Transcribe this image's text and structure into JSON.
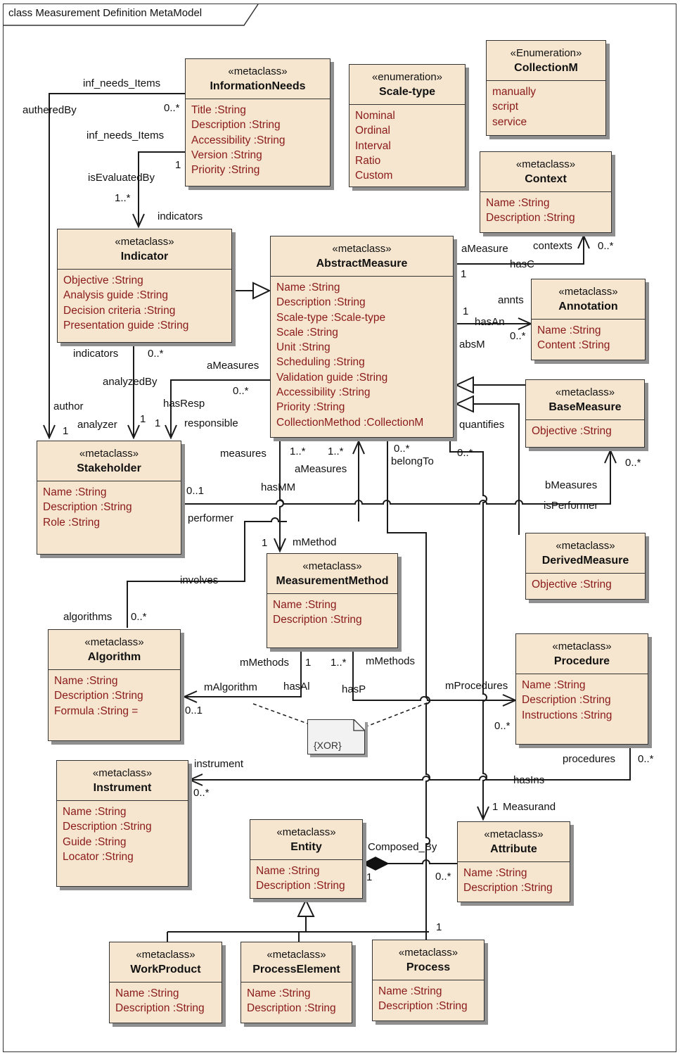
{
  "frame_title": "class Measurement Definition MetaModel",
  "classes": {
    "information_needs": {
      "stereotype": "«metaclass»",
      "name": "InformationNeeds",
      "attributes": [
        "Title  :String",
        "Description  :String",
        "Accessibility  :String",
        "Version  :String",
        "Priority  :String"
      ]
    },
    "scale_type": {
      "stereotype": "«enumeration»",
      "name": "Scale-type",
      "attributes": [
        "Nominal",
        "Ordinal",
        "Interval",
        "Ratio",
        "Custom"
      ]
    },
    "collection_m": {
      "stereotype": "«Enumeration»",
      "name": "CollectionM",
      "attributes": [
        "manually",
        "script",
        "service"
      ]
    },
    "context": {
      "stereotype": "«metaclass»",
      "name": "Context",
      "attributes": [
        "Name  :String",
        "Description  :String"
      ]
    },
    "indicator": {
      "stereotype": "«metaclass»",
      "name": "Indicator",
      "attributes": [
        "Objective  :String",
        "Analysis guide  :String",
        "Decision criteria  :String",
        "Presentation guide  :String"
      ]
    },
    "abstract_measure": {
      "stereotype": "«metaclass»",
      "name": "AbstractMeasure",
      "attributes": [
        "Name  :String",
        "Description  :String",
        "Scale-type  :Scale-type",
        "Scale  :String",
        "Unit  :String",
        "Scheduling  :String",
        "Validation guide  :String",
        "Accessibility  :String",
        "Priority  :String",
        "CollectionMethod  :CollectionM"
      ]
    },
    "annotation": {
      "stereotype": "«metaclass»",
      "name": "Annotation",
      "attributes": [
        "Name  :String",
        "Content  :String"
      ]
    },
    "base_measure": {
      "stereotype": "«metaclass»",
      "name": "BaseMeasure",
      "attributes": [
        "Objective  :String"
      ]
    },
    "stakeholder": {
      "stereotype": "«metaclass»",
      "name": "Stakeholder",
      "attributes": [
        "Name  :String",
        "Description  :String",
        "Role  :String"
      ]
    },
    "derived_measure": {
      "stereotype": "«metaclass»",
      "name": "DerivedMeasure",
      "attributes": [
        "Objective  :String"
      ]
    },
    "measurement_method": {
      "stereotype": "«metaclass»",
      "name": "MeasurementMethod",
      "attributes": [
        "Name  :String",
        "Description  :String"
      ]
    },
    "algorithm": {
      "stereotype": "«metaclass»",
      "name": "Algorithm",
      "attributes": [
        "Name  :String",
        "Description  :String",
        "Formula  :String ="
      ]
    },
    "procedure": {
      "stereotype": "«metaclass»",
      "name": "Procedure",
      "attributes": [
        "Name  :String",
        "Description  :String",
        "Instructions  :String"
      ]
    },
    "instrument": {
      "stereotype": "«metaclass»",
      "name": "Instrument",
      "attributes": [
        "Name  :String",
        "Description  :String",
        "Guide  :String",
        "Locator  :String"
      ]
    },
    "entity": {
      "stereotype": "«metaclass»",
      "name": "Entity",
      "attributes": [
        "Name  :String",
        "Description  :String"
      ]
    },
    "attribute": {
      "stereotype": "«metaclass»",
      "name": "Attribute",
      "attributes": [
        "Name  :String",
        "Description  :String"
      ]
    },
    "work_product": {
      "stereotype": "«metaclass»",
      "name": "WorkProduct",
      "attributes": [
        "Name  :String",
        "Description  :String"
      ]
    },
    "process_element": {
      "stereotype": "«metaclass»",
      "name": "ProcessElement",
      "attributes": [
        "Name  :String",
        "Description  :String"
      ]
    },
    "process": {
      "stereotype": "«metaclass»",
      "name": "Process",
      "attributes": [
        "Name  :String",
        "Description  :String"
      ]
    }
  },
  "note": {
    "text": "{XOR}"
  },
  "labels": {
    "inf_needs_items_1": "inf_needs_Items",
    "authered_by": "autheredBy",
    "mult_info_0n": "0..*",
    "inf_needs_items_2": "inf_needs_Items",
    "mult_info_1": "1",
    "is_evaluated_by": "isEvaluatedBy",
    "mult_ind_1n": "1..*",
    "indicators_1": "indicators",
    "a_measure": "aMeasure",
    "contexts": "contexts",
    "mult_ctx_0n": "0..*",
    "mult_am_1a": "1",
    "has_c": "hasC",
    "annts": "annts",
    "mult_am_1b": "1",
    "has_an": "hasAn",
    "mult_annot_0n": "0..*",
    "abs_m": "absM",
    "indicators_2": "indicators",
    "mult_ind_0n": "0..*",
    "a_measures_1": "aMeasures",
    "analyzed_by": "analyzedBy",
    "mult_am_0n": "0..*",
    "author": "author",
    "has_resp": "hasResp",
    "analyzer": "analyzer",
    "mult_analyzer_1": "1",
    "mult_resp_1": "1",
    "responsible": "responsible",
    "mult_author_1": "1",
    "quantifies": "quantifies",
    "measures": "measures",
    "mult_mm_1n_a": "1..*",
    "mult_mm_1n_b": "1..*",
    "mult_belong_0n": "0..*",
    "belong_to": "belongTo",
    "mult_quant_0n": "0..*",
    "a_measures_2": "aMeasures",
    "mult_bm_0n": "0..*",
    "mult_stk_01": "0..1",
    "has_mm": "hasMM",
    "b_measures": "bMeasures",
    "is_performer": "isPerformer",
    "performer": "performer",
    "mult_mmeth_1": "1",
    "m_method": "mMethod",
    "involves": "involves",
    "algorithms": "algorithms",
    "mult_alg_0n": "0..*",
    "m_methods_1": "mMethods",
    "mult_mm_1": "1",
    "mult_mm_1n_c": "1..*",
    "m_methods_2": "mMethods",
    "m_algorithm": "mAlgorithm",
    "has_al": "hasAl",
    "has_p": "hasP",
    "m_procedures": "mProcedures",
    "mult_alg_01": "0..1",
    "mult_proc_0n": "0..*",
    "instrument": "instrument",
    "procedures": "procedures",
    "mult_procs_0n": "0..*",
    "mult_instr_0n": "0..*",
    "has_ins": "hasIns",
    "mult_meas_1": "1",
    "measurand": "Measurand",
    "composed_by": "Composed_By",
    "mult_comp_1": "1",
    "mult_comp_0n": "0..*",
    "mult_process_1": "1"
  }
}
